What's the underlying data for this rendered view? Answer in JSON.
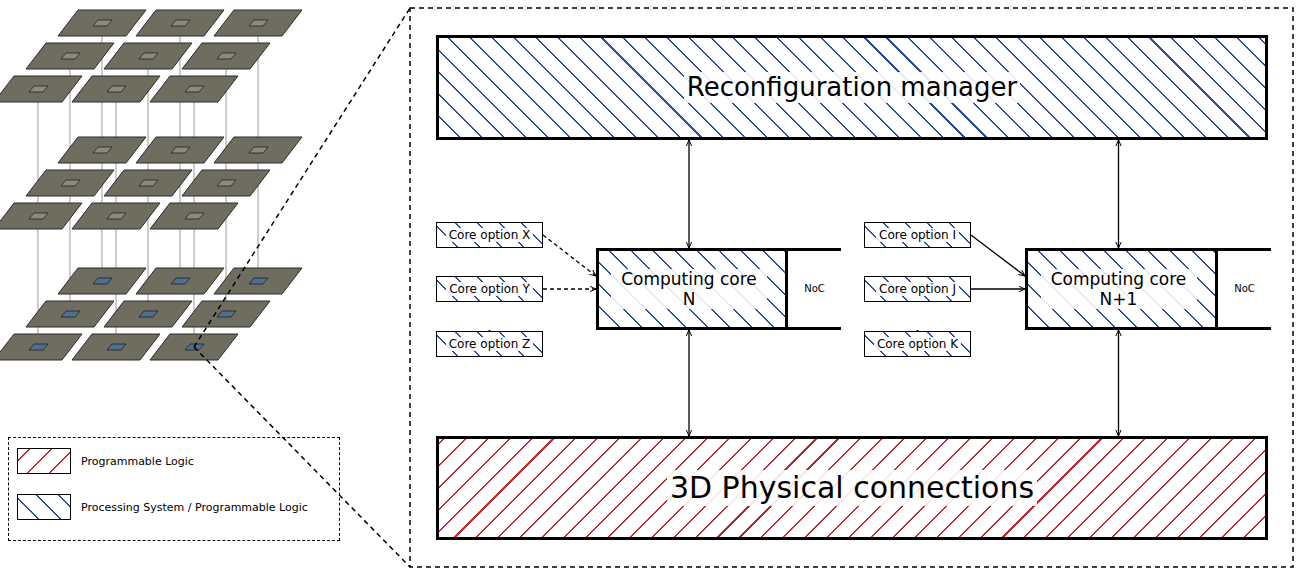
{
  "diagram": {
    "nodes": [
      {
        "text": [
          "Reconfiguration manager"
        ]
      },
      {
        "text": [
          "Core option X"
        ]
      },
      {
        "text": [
          "Core option Y"
        ]
      },
      {
        "text": [
          "Core option Z"
        ]
      },
      {
        "text": [
          "Computing core N"
        ]
      },
      {
        "text": [
          "NoC"
        ],
        "in": 4
      },
      {
        "text": [
          "Core option I"
        ]
      },
      {
        "text": [
          "Core option J"
        ]
      },
      {
        "text": [
          "Core option K"
        ]
      },
      {
        "text": [
          "Computing core N+1"
        ]
      },
      {
        "text": [
          "NoC"
        ],
        "in": 9
      },
      {
        "text": [
          "3D Physical connections"
        ]
      }
    ],
    "edges": [
      {
        "from": 0,
        "to": 4,
        "arrow": "both"
      },
      {
        "from": 0,
        "to": 9,
        "arrow": "both"
      },
      {
        "from": 1,
        "to": 4,
        "arrow": "to"
      },
      {
        "from": 2,
        "to": 4,
        "arrow": "to"
      },
      {
        "from": 3,
        "to": 4,
        "arrow": "to"
      },
      {
        "from": 6,
        "to": 9,
        "arrow": "to"
      },
      {
        "from": 7,
        "to": 9,
        "arrow": "to"
      },
      {
        "from": 8,
        "to": 9,
        "arrow": "to"
      },
      {
        "from": 4,
        "to": 11,
        "arrow": "both"
      },
      {
        "from": 9,
        "to": 11,
        "arrow": "both"
      }
    ],
    "legend": [
      {
        "text": "Programmable Logic",
        "color": "#c0282d"
      },
      {
        "text": "Processing System / Programmable Logic",
        "color": "#2a4fa0"
      }
    ]
  }
}
